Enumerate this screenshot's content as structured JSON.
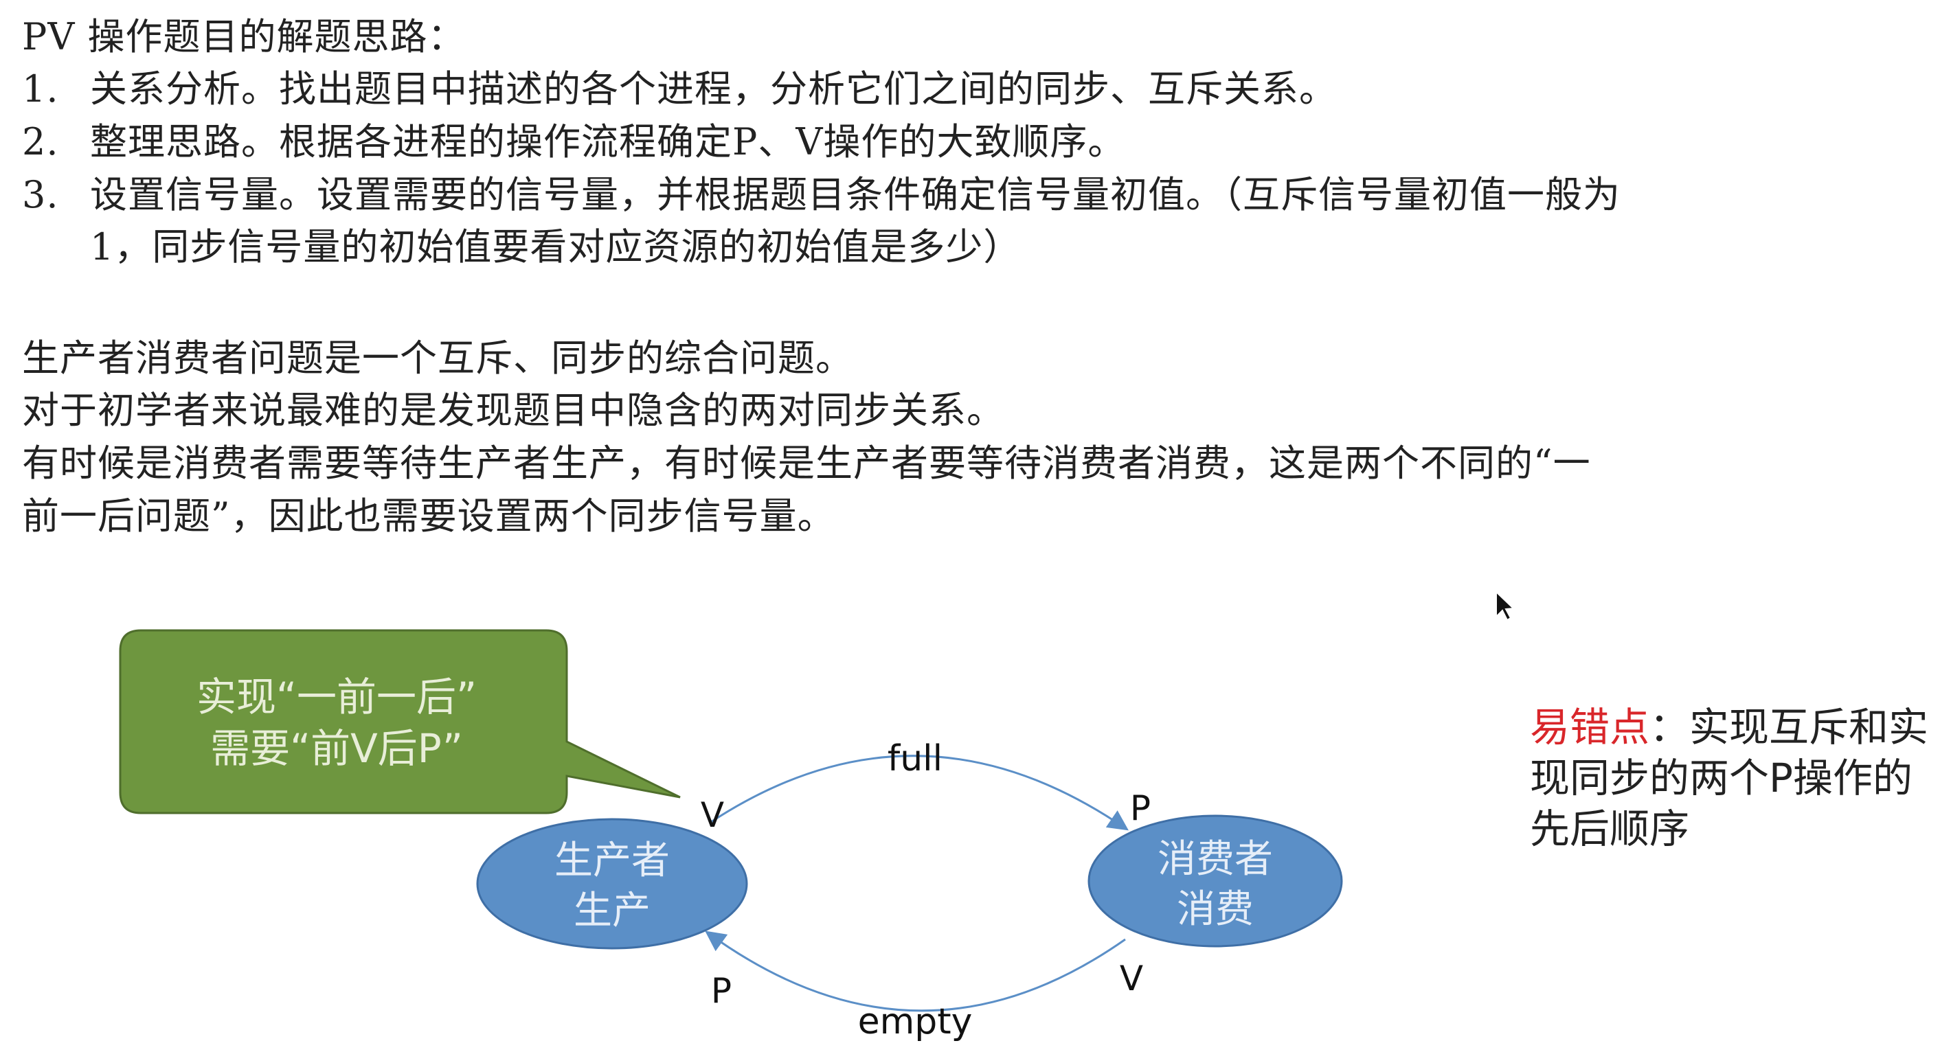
{
  "heading": "PV 操作题目的解题思路：",
  "steps": [
    {
      "num": "1.",
      "text": "关系分析。找出题目中描述的各个进程，分析它们之间的同步、互斥关系。"
    },
    {
      "num": "2.",
      "text": "整理思路。根据各进程的操作流程确定P、V操作的大致顺序。"
    },
    {
      "num": "3.",
      "text": "设置信号量。设置需要的信号量，并根据题目条件确定信号量初值。（互斥信号量初值一般为",
      "cont": "1，同步信号量的初始值要看对应资源的初始值是多少）"
    }
  ],
  "paragraph": [
    "生产者消费者问题是一个互斥、同步的综合问题。",
    "对于初学者来说最难的是发现题目中隐含的两对同步关系。",
    "有时候是消费者需要等待生产者生产，有时候是生产者要等待消费者消费，这是两个不同的“一",
    "前一后问题”，因此也需要设置两个同步信号量。"
  ],
  "diagram": {
    "callout": [
      "实现“一前一后”",
      "需要“前V后P”"
    ],
    "producer": [
      "生产者",
      "生产"
    ],
    "consumer": [
      "消费者",
      "消费"
    ],
    "top_label": "full",
    "bottom_label": "empty",
    "top_start": "V",
    "top_end": "P",
    "bottom_start": "V",
    "bottom_end": "P",
    "colors": {
      "callout": "#6e963f",
      "node": "#5b8fc7",
      "arc": "#5b8fc7"
    }
  },
  "note": {
    "highlight": "易错点",
    "text": "：实现互斥和实现同步的两个P操作的先后顺序",
    "highlight_color": "#d9262a"
  }
}
